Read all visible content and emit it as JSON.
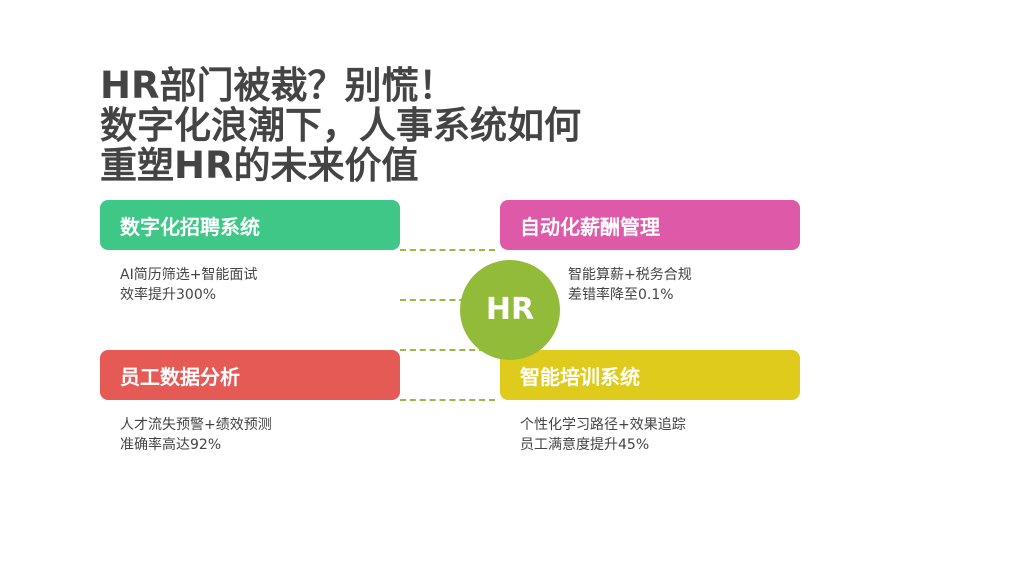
{
  "title": [
    "HR部门被裁？别慌！",
    "数字化浪潮下，人事系统如何",
    "重塑HR的未来价值"
  ],
  "center": "HR",
  "cards": [
    {
      "label": "数字化招聘系统",
      "lines": [
        "AI简历筛选+智能面试",
        "效率提升300%"
      ],
      "color": "#3ec786"
    },
    {
      "label": "自动化薪酬管理",
      "lines": [
        "智能算薪+税务合规",
        "差错率降至0.1%"
      ],
      "color": "#de5aa8"
    },
    {
      "label": "员工数据分析",
      "lines": [
        "人才流失预警+绩效预测",
        "准确率高达92%"
      ],
      "color": "#e55a55"
    },
    {
      "label": "智能培训系统",
      "lines": [
        "个性化学习路径+效果追踪",
        "员工满意度提升45%"
      ],
      "color": "#dfcb1b"
    }
  ]
}
